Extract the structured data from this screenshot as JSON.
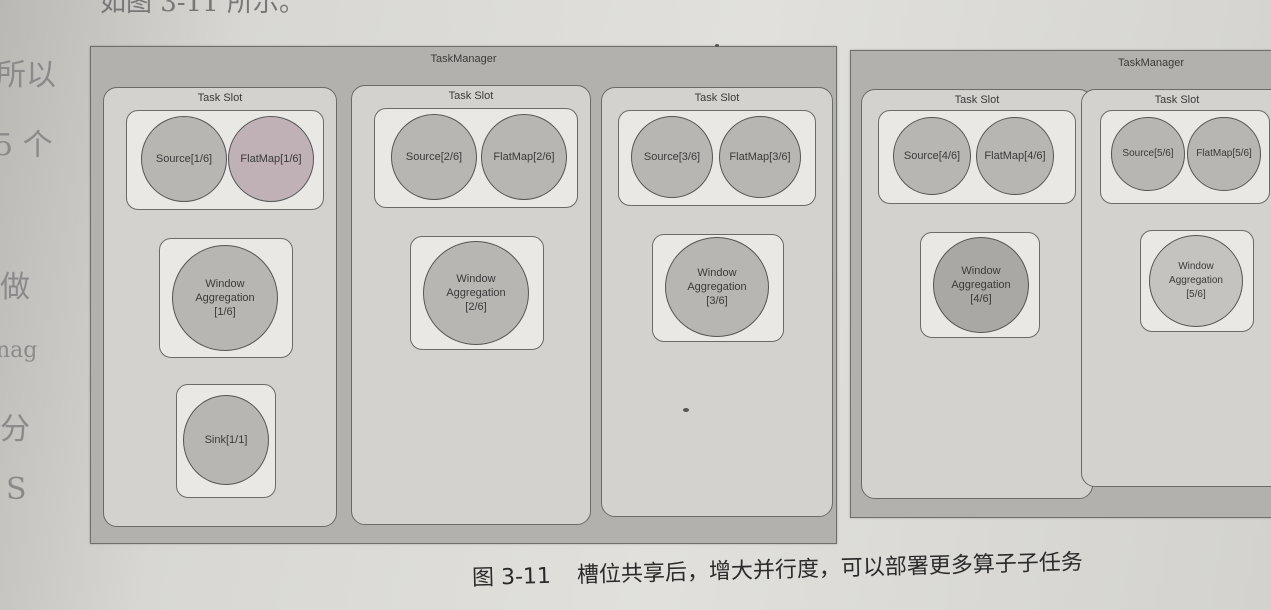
{
  "top_text": "如图 3-11 所示。",
  "edge_glyphs": [
    "所以",
    "5 个",
    "做",
    "nag",
    "分",
    "S"
  ],
  "task_managers": [
    {
      "title": "TaskManager",
      "slots": [
        {
          "title": "Task Slot",
          "group": [
            {
              "label": "Source[1/6]"
            },
            {
              "label": "FlatMap[1/6]"
            }
          ],
          "window": "Window\nAggregation\n[1/6]",
          "sink": "Sink[1/1]"
        },
        {
          "title": "Task Slot",
          "group": [
            {
              "label": "Source[2/6]"
            },
            {
              "label": "FlatMap[2/6]"
            }
          ],
          "window": "Window\nAggregation\n[2/6]"
        },
        {
          "title": "Task Slot",
          "group": [
            {
              "label": "Source[3/6]"
            },
            {
              "label": "FlatMap[3/6]"
            }
          ],
          "window": "Window\nAggregation\n[3/6]"
        }
      ]
    },
    {
      "title": "TaskManager",
      "slots": [
        {
          "title": "Task Slot",
          "group": [
            {
              "label": "Source[4/6]"
            },
            {
              "label": "FlatMap[4/6]"
            }
          ],
          "window": "Window\nAggregation\n[4/6]"
        },
        {
          "title": "Task Slot",
          "group": [
            {
              "label": "Source[5/6]"
            },
            {
              "label": "FlatMap[5/6]"
            }
          ],
          "window": "Window\nAggregation\n[5/6]"
        }
      ]
    }
  ],
  "caption": {
    "number": "图 3-11",
    "text": "槽位共享后，增大并行度，可以部署更多算子子任务"
  }
}
